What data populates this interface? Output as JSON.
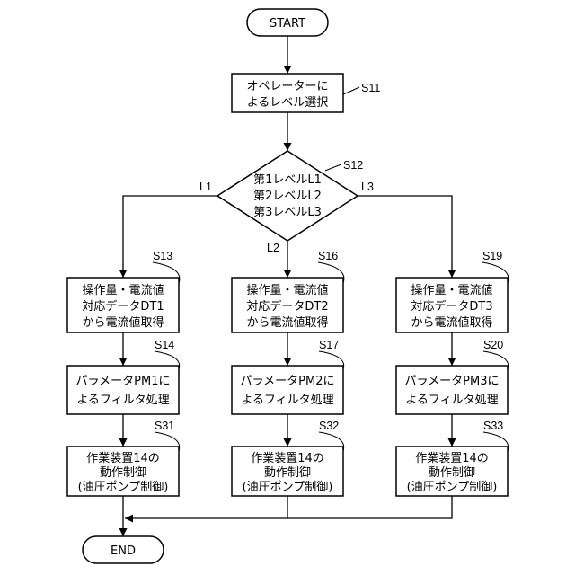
{
  "flowchart": {
    "start": "START",
    "end": "END",
    "s11": {
      "step": "S11",
      "lines": [
        "オペレーターに",
        "よるレベル選択"
      ]
    },
    "s12": {
      "step": "S12",
      "lines": [
        "第1レベルL1",
        "第2レベルL2",
        "第3レベルL3"
      ]
    },
    "branches": {
      "left": "L1",
      "middle": "L2",
      "right": "L3"
    },
    "s13": {
      "step": "S13",
      "lines": [
        "操作量・電流値",
        "対応データDT1",
        "から電流値取得"
      ]
    },
    "s16": {
      "step": "S16",
      "lines": [
        "操作量・電流値",
        "対応データDT2",
        "から電流値取得"
      ]
    },
    "s19": {
      "step": "S19",
      "lines": [
        "操作量・電流値",
        "対応データDT3",
        "から電流値取得"
      ]
    },
    "s14": {
      "step": "S14",
      "lines": [
        "パラメータPM1に",
        "よるフィルタ処理"
      ]
    },
    "s17": {
      "step": "S17",
      "lines": [
        "パラメータPM2に",
        "よるフィルタ処理"
      ]
    },
    "s20": {
      "step": "S20",
      "lines": [
        "パラメータPM3に",
        "よるフィルタ処理"
      ]
    },
    "s31": {
      "step": "S31",
      "lines": [
        "作業装置14の",
        "動作制御",
        "(油圧ポンプ制御)"
      ]
    },
    "s32": {
      "step": "S32",
      "lines": [
        "作業装置14の",
        "動作制御",
        "(油圧ポンプ制御)"
      ]
    },
    "s33": {
      "step": "S33",
      "lines": [
        "作業装置14の",
        "動作制御",
        "(油圧ポンプ制御)"
      ]
    }
  }
}
